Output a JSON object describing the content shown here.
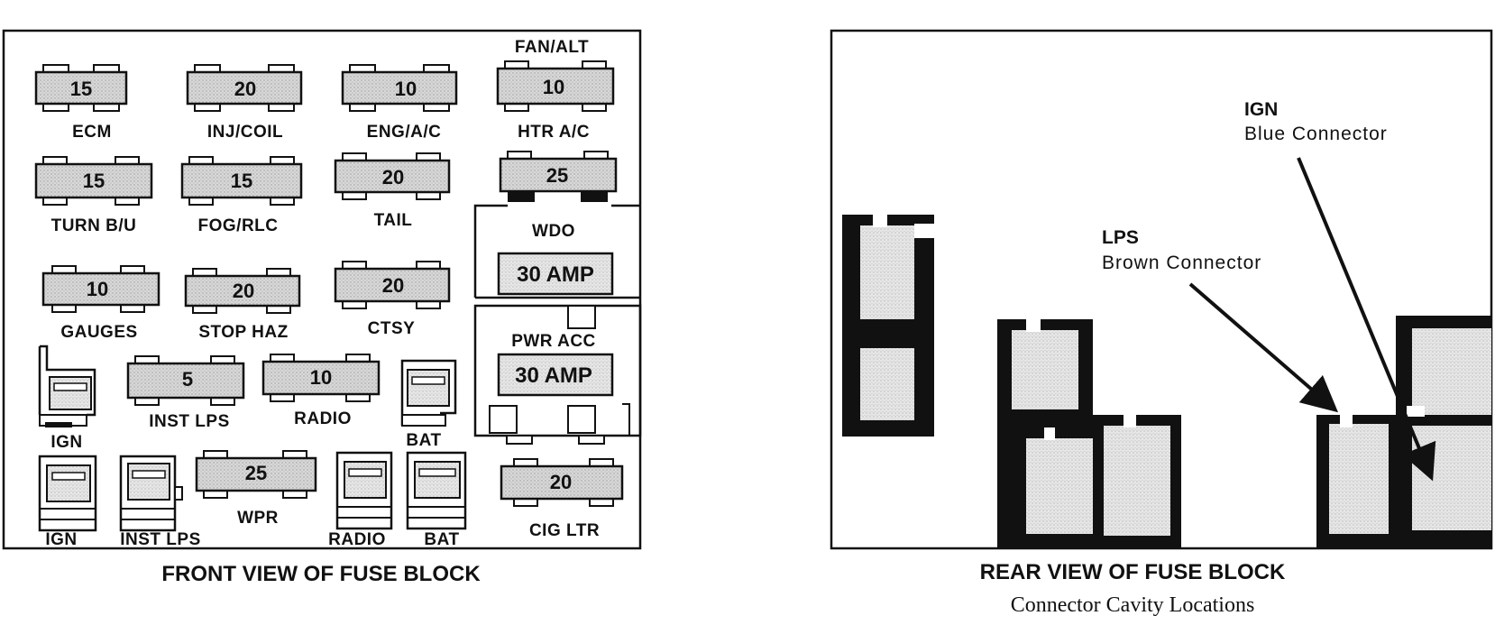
{
  "colors": {
    "ink": "#111111",
    "fuse_fill": "#d9d9d9",
    "cavity_fill": "#e3e3e3",
    "paper": "#ffffff"
  },
  "front_view": {
    "caption": "FRONT VIEW OF FUSE BLOCK",
    "fuses": {
      "ecm": {
        "value": "15",
        "label": "ECM"
      },
      "inj_coil": {
        "value": "20",
        "label": "INJ/COIL"
      },
      "eng_ac": {
        "value": "10",
        "label": "ENG/A/C"
      },
      "htr_ac": {
        "value": "10",
        "label": "HTR A/C",
        "top_label": "FAN/ALT"
      },
      "turn_bu": {
        "value": "15",
        "label": "TURN B/U"
      },
      "fog_rlc": {
        "value": "15",
        "label": "FOG/RLC"
      },
      "tail": {
        "value": "20",
        "label": "TAIL"
      },
      "wdo_small": {
        "value": "25"
      },
      "gauges": {
        "value": "10",
        "label": "GAUGES"
      },
      "stop_haz": {
        "value": "20",
        "label": "STOP HAZ"
      },
      "ctsy": {
        "value": "20",
        "label": "CTSY"
      },
      "inst_lps": {
        "value": "5",
        "label": "INST LPS"
      },
      "radio": {
        "value": "10",
        "label": "RADIO"
      },
      "wpr": {
        "value": "25",
        "label": "WPR"
      },
      "cig_ltr": {
        "value": "20",
        "label": "CIG LTR"
      }
    },
    "breakers": {
      "wdo": {
        "label": "WDO",
        "value": "30 AMP"
      },
      "pwr_acc": {
        "label": "PWR ACC",
        "value": "30 AMP"
      }
    },
    "connectors": {
      "ign_upper": "IGN",
      "bat_upper": "BAT",
      "ign_lower": "IGN",
      "inst_lps_lower": "INST LPS",
      "radio_lower": "RADIO",
      "bat_lower": "BAT"
    }
  },
  "rear_view": {
    "caption": "REAR VIEW OF FUSE BLOCK",
    "subcaption": "Connector Cavity Locations",
    "ign": {
      "name": "IGN",
      "desc": "Blue Connector"
    },
    "lps": {
      "name": "LPS",
      "desc": "Brown Connector"
    }
  }
}
